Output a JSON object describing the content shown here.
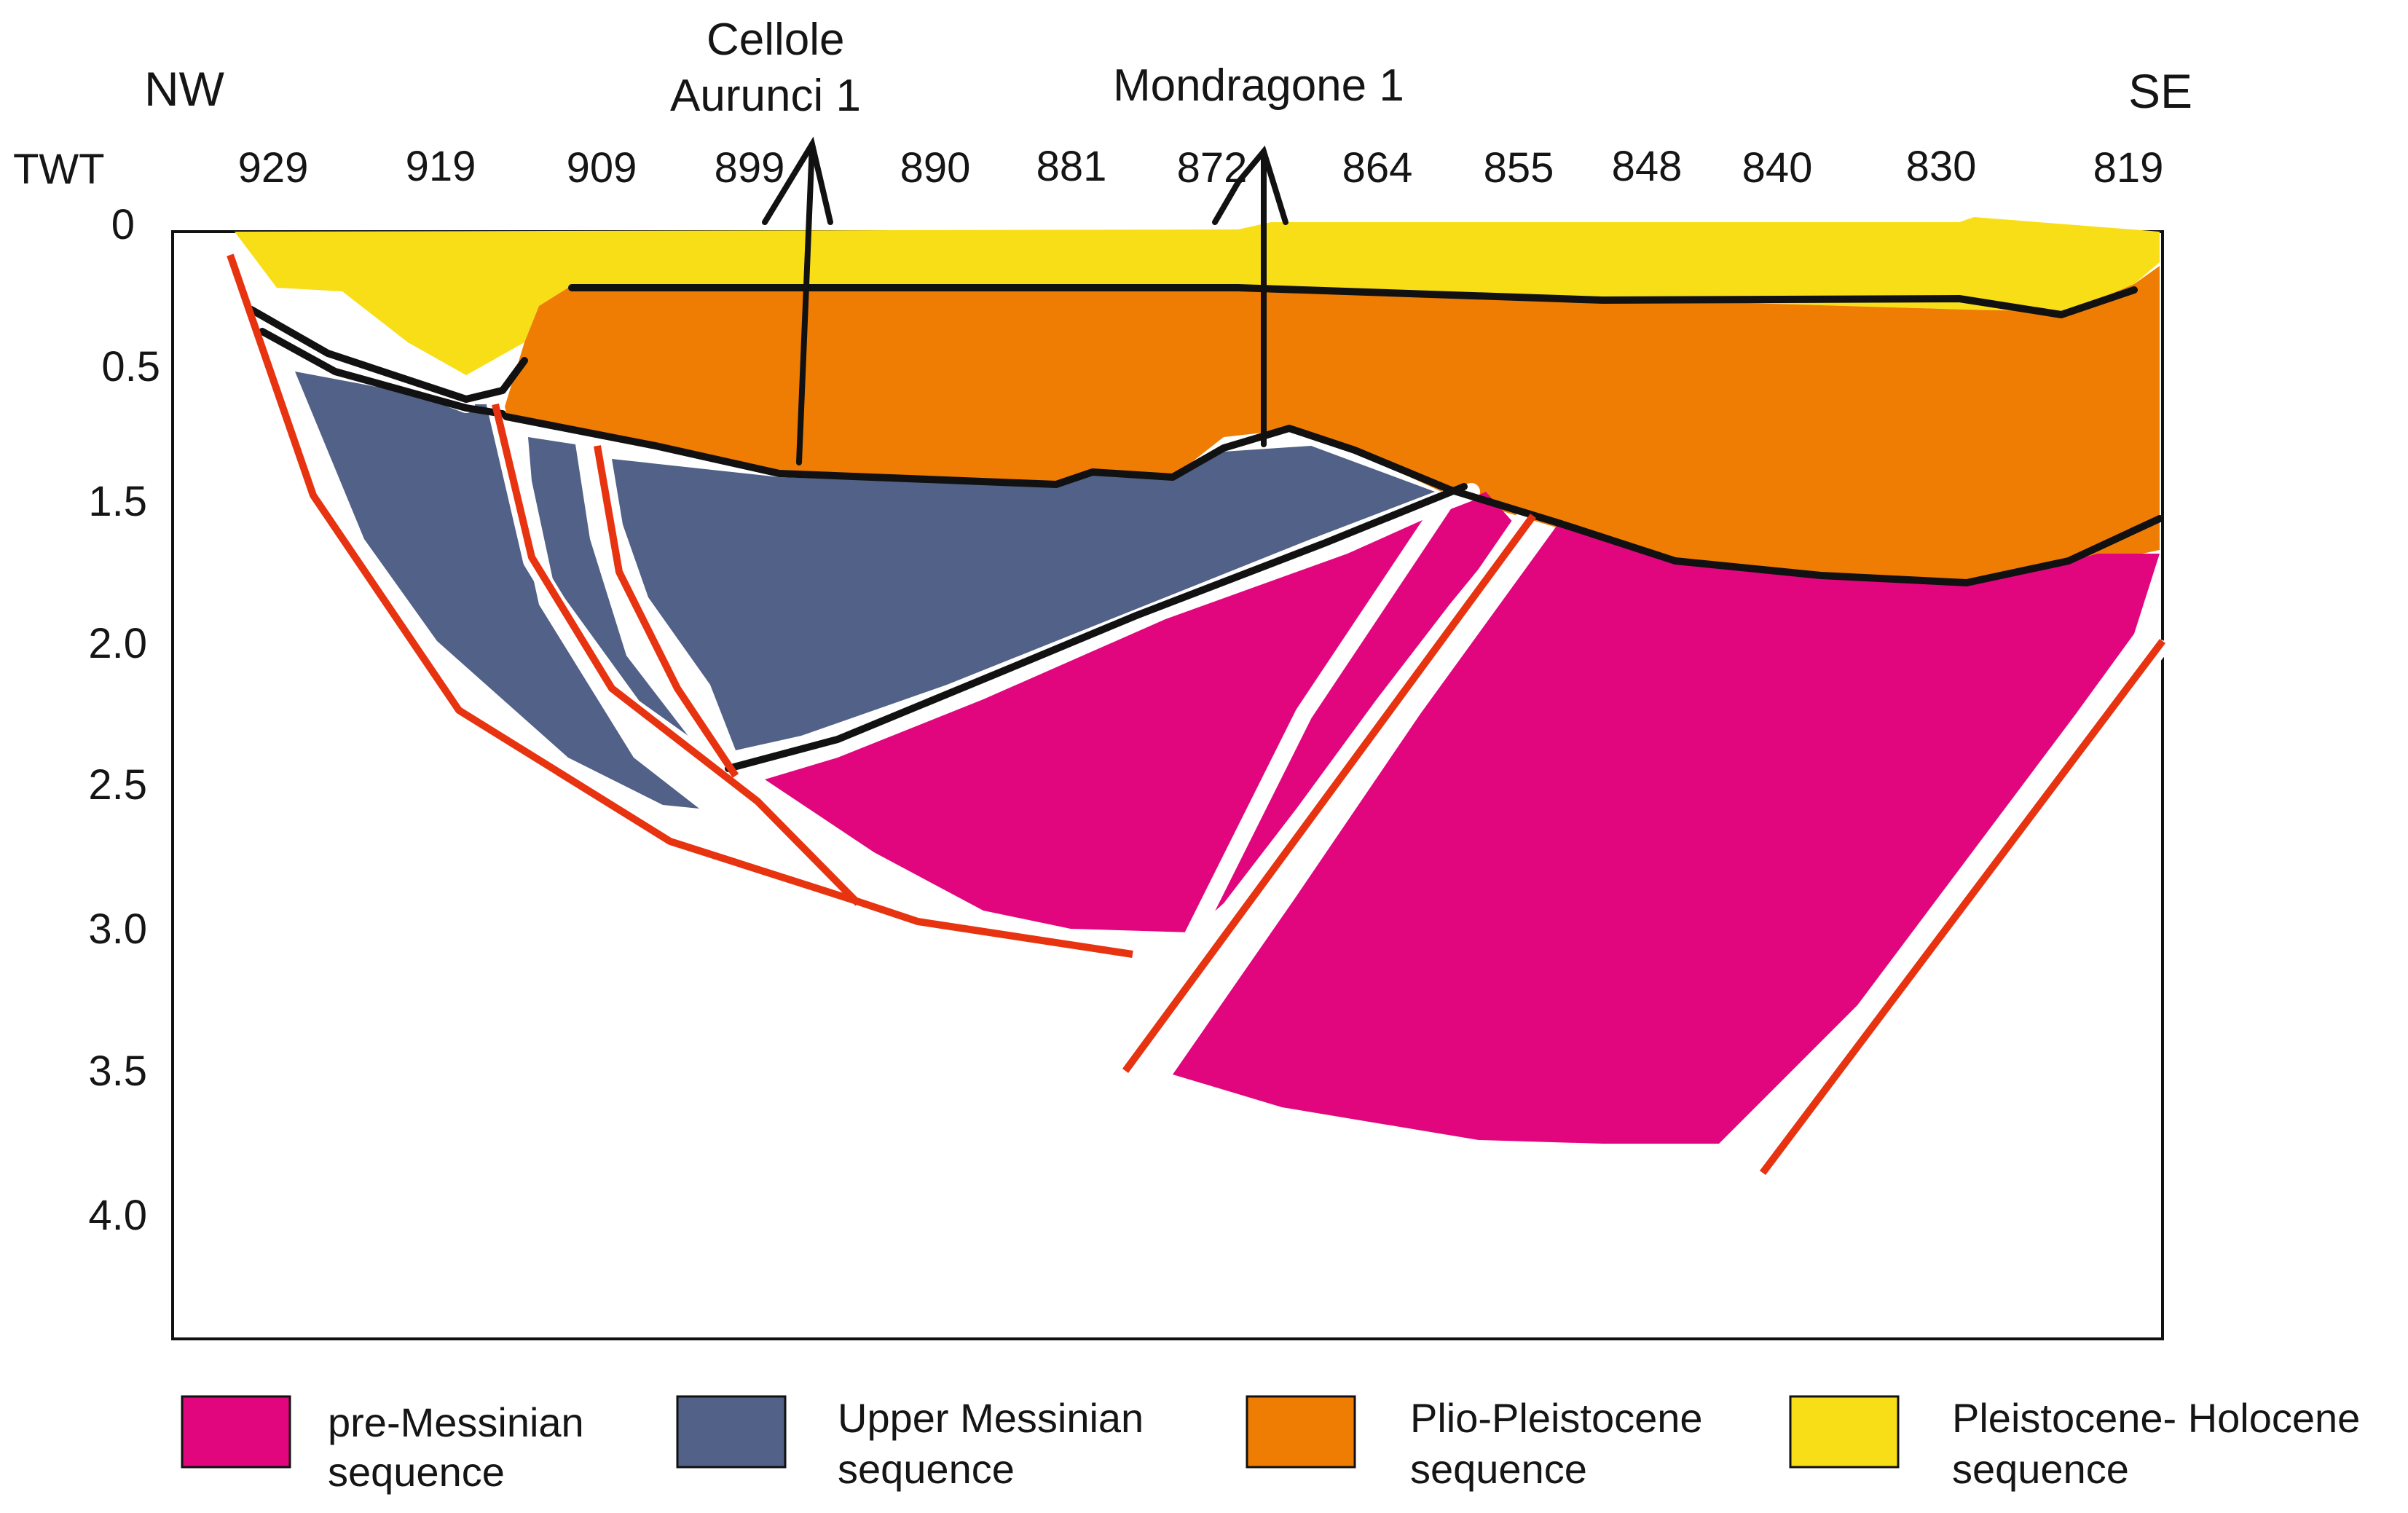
{
  "direction": {
    "left": "NW",
    "right": "SE"
  },
  "wells": [
    {
      "lines": [
        "Cellole",
        "Aurunci 1"
      ]
    },
    {
      "lines": [
        "Mondragone 1"
      ]
    }
  ],
  "cdp_labels": [
    "929",
    "919",
    "909",
    "899",
    "890",
    "881",
    "872",
    "864",
    "855",
    "848",
    "840",
    "830",
    "819"
  ],
  "twt": {
    "title": "TWT",
    "ticks": [
      "0",
      "0.5",
      "1.5",
      "2.0",
      "2.5",
      "3.0",
      "3.5",
      "4.0"
    ]
  },
  "colors": {
    "pre_messinian": "#e2067e",
    "upper_messinian": "#516187",
    "plio_pleistocene": "#ef7d04",
    "pleistocene_holocene": "#f8de17",
    "fault": "#e83310",
    "horizon": "#111111"
  },
  "legend": [
    {
      "lines": [
        "pre-Messinian",
        "sequence"
      ],
      "color_key": "pre_messinian"
    },
    {
      "lines": [
        "Upper Messinian",
        "sequence"
      ],
      "color_key": "upper_messinian"
    },
    {
      "lines": [
        "Plio-Pleistocene",
        "sequence"
      ],
      "color_key": "plio_pleistocene"
    },
    {
      "lines": [
        "Pleistocene- Holocene",
        "sequence"
      ],
      "color_key": "pleistocene_holocene"
    }
  ]
}
